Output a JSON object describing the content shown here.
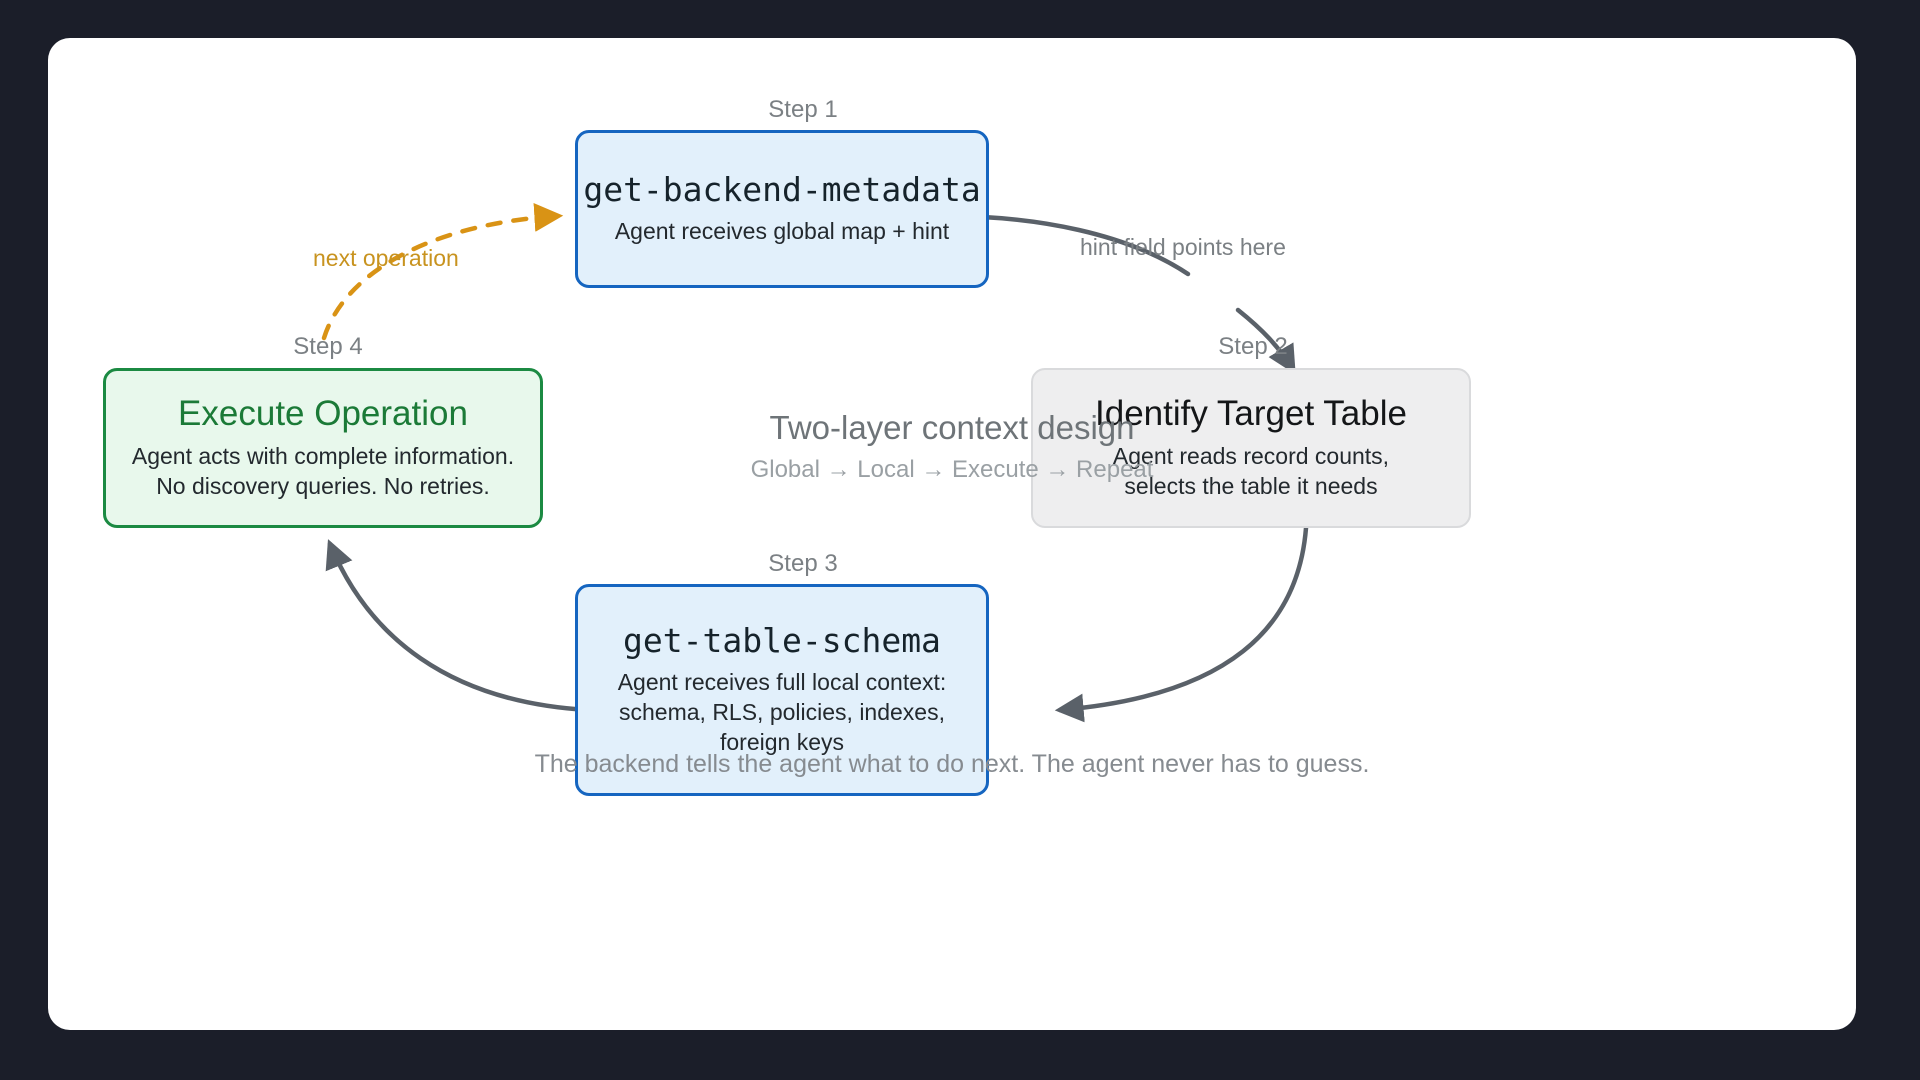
{
  "page": {
    "background_color": "#1b1e29",
    "card_background": "#ffffff"
  },
  "diagram": {
    "title": "Two-layer context design",
    "subtitle": "Global → Local → Execute → Repeat",
    "caption": "The backend tells the agent what to do next. The agent never has to guess."
  },
  "steps": [
    {
      "step_label": "Step 1",
      "title": "get-backend-metadata",
      "subtitle": "Agent receives global map + hint",
      "style": "blue",
      "title_mono": true,
      "accent": "#1565c0",
      "fill": "#e2f0fb"
    },
    {
      "step_label": "Step 2",
      "title": "Identify Target Table",
      "subtitle_lines": [
        "Agent reads record counts,",
        "selects the table it needs"
      ],
      "style": "gray",
      "title_mono": false,
      "accent": "#d9dadc",
      "fill": "#eeeeef"
    },
    {
      "step_label": "Step 3",
      "title": "get-table-schema",
      "subtitle_lines": [
        "Agent receives full local context:",
        "schema, RLS, policies, indexes,",
        "foreign keys"
      ],
      "style": "blue",
      "title_mono": true,
      "accent": "#1565c0",
      "fill": "#e2f0fb"
    },
    {
      "step_label": "Step 4",
      "title": "Execute Operation",
      "subtitle_lines": [
        "Agent acts with complete information.",
        "No discovery queries. No retries."
      ],
      "style": "green",
      "title_mono": false,
      "accent": "#1b8a42",
      "fill": "#e8f8ec"
    }
  ],
  "edges": [
    {
      "label": "hint field points here",
      "from": "Step 1",
      "to": "Step 2",
      "color": "#5a6169",
      "dashed": false
    },
    {
      "label": "",
      "from": "Step 2",
      "to": "Step 3",
      "color": "#5a6169",
      "dashed": false
    },
    {
      "label": "",
      "from": "Step 3",
      "to": "Step 4",
      "color": "#5a6169",
      "dashed": false
    },
    {
      "label": "next operation",
      "from": "Step 4",
      "to": "Step 1",
      "color": "#d99315",
      "dashed": true
    }
  ]
}
